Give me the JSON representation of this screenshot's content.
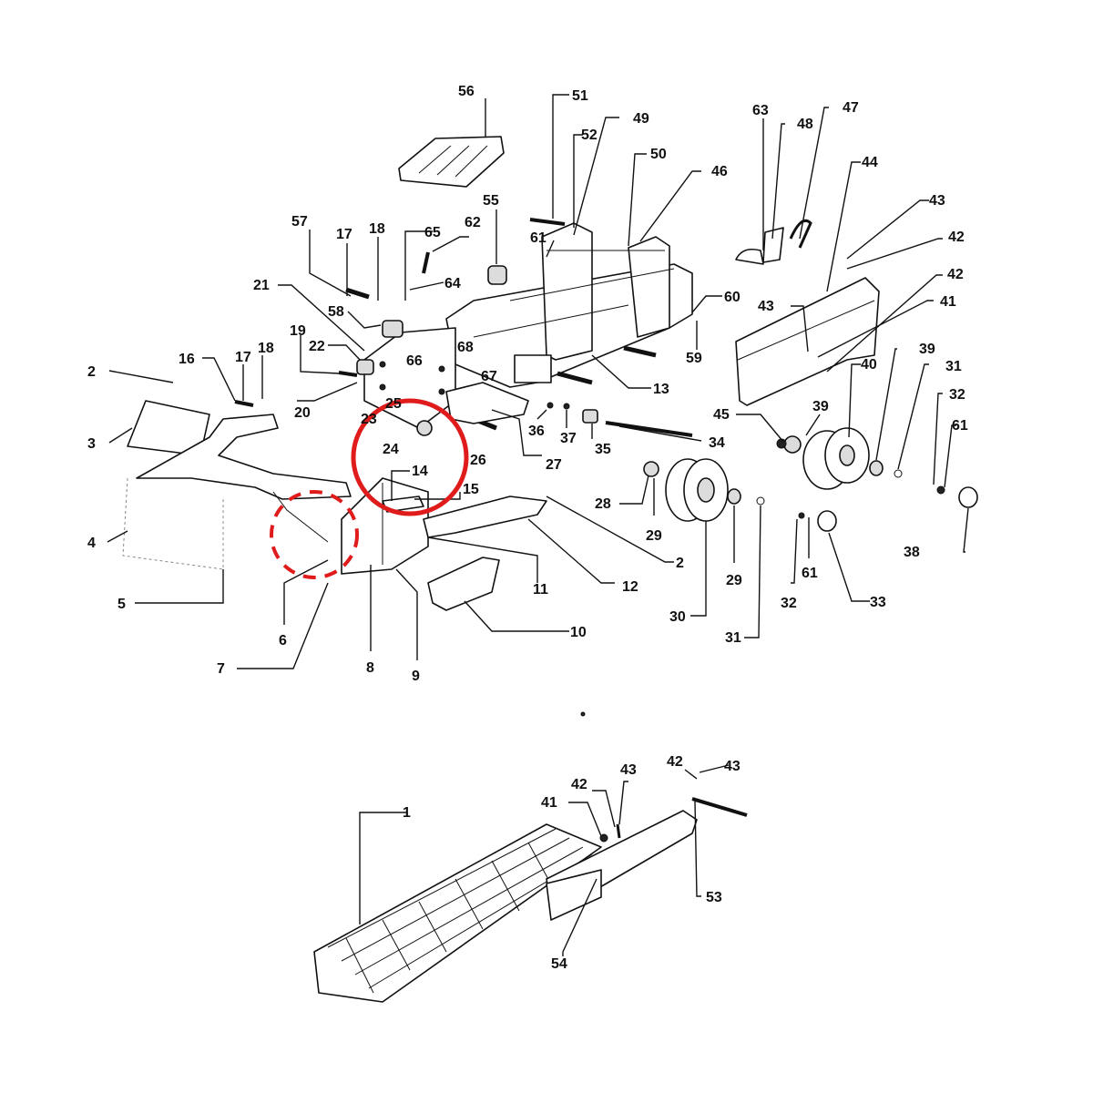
{
  "diagram": {
    "part_labels": [
      "1",
      "2",
      "3",
      "4",
      "5",
      "6",
      "7",
      "8",
      "9",
      "10",
      "11",
      "12",
      "13",
      "14",
      "15",
      "16",
      "17",
      "18",
      "19",
      "20",
      "21",
      "22",
      "23",
      "24",
      "25",
      "26",
      "27",
      "28",
      "29",
      "29",
      "30",
      "31",
      "31",
      "32",
      "32",
      "33",
      "34",
      "35",
      "36",
      "37",
      "38",
      "39",
      "39",
      "40",
      "41",
      "42",
      "42",
      "43",
      "43",
      "44",
      "45",
      "46",
      "47",
      "48",
      "49",
      "50",
      "51",
      "52",
      "53",
      "54",
      "55",
      "56",
      "57",
      "58",
      "59",
      "60",
      "61",
      "61",
      "61",
      "62",
      "63",
      "64",
      "65",
      "66",
      "67",
      "68",
      "41",
      "42",
      "43",
      "42",
      "43",
      "17",
      "18",
      "2"
    ],
    "highlights": {
      "solid_circle_color": "#e01b1b",
      "dashed_circle_color": "#e01b1b"
    }
  }
}
